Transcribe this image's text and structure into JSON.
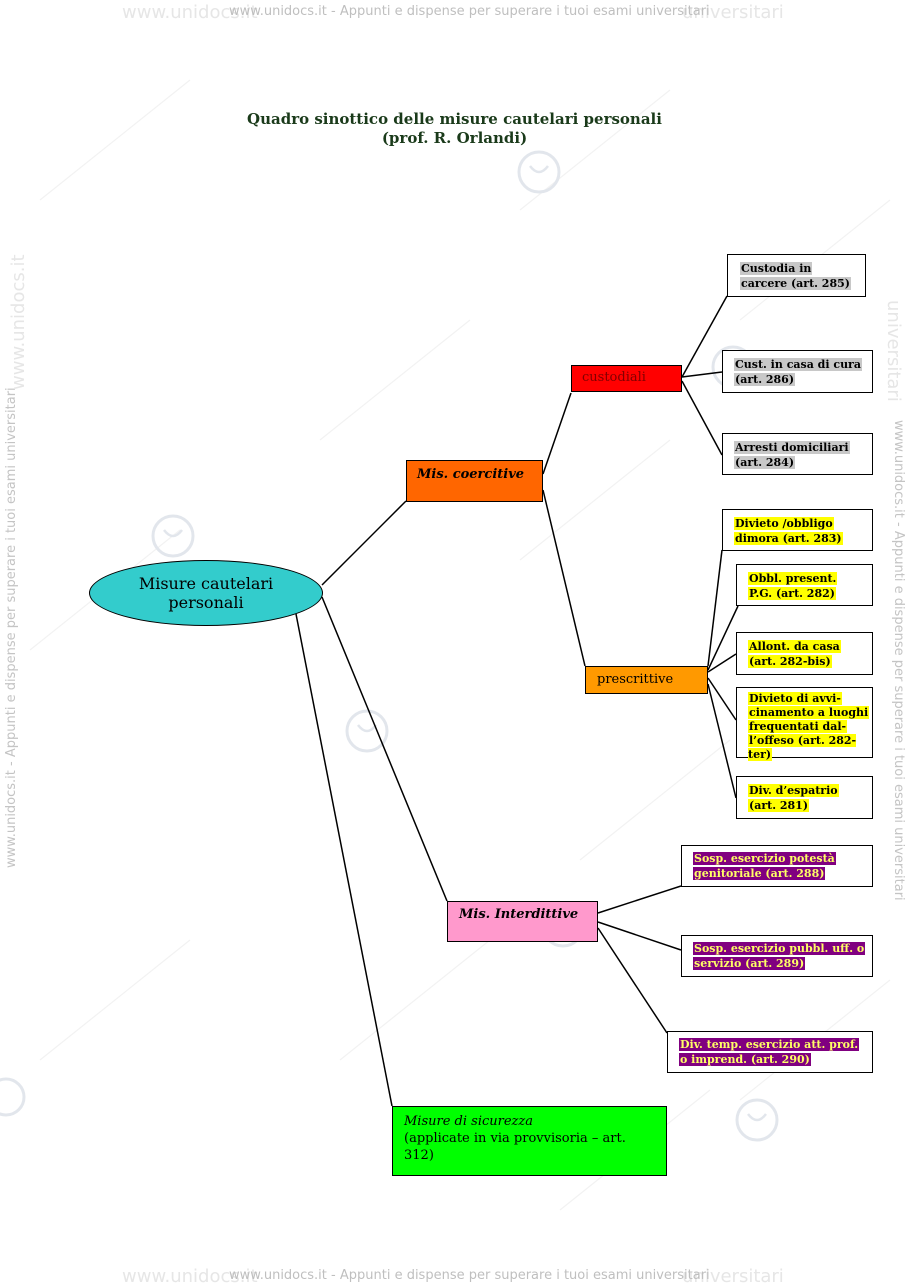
{
  "header_watermark": "www.unidocs.it - Appunti e dispense per superare i tuoi esami universitari",
  "footer_watermark": "www.unidocs.it - Appunti e dispense per superare i tuoi esami universitari",
  "side_watermark": "www.unidocs.it - Appunti e dispense per superare i tuoi esami universitari",
  "faint_watermark": "www.unidocs.it",
  "faint_watermark_right": "universitari",
  "title_line1": "Quadro sinottico delle misure cautelari personali",
  "title_line2": "(prof. R. Orlandi)",
  "root": {
    "line1": "Misure cautelari",
    "line2": "personali",
    "color": "#33cccc"
  },
  "coercitive": {
    "label": "Mis. coercitive",
    "color": "#ff6600"
  },
  "custodiali": {
    "label": "custodiali",
    "color": "#ff0000"
  },
  "prescrittive": {
    "label": "prescrittive",
    "color": "#ff9900"
  },
  "interdittive": {
    "label": "Mis. Interdittive",
    "color": "#ff99cc"
  },
  "sicurezza": {
    "line1": "Misure di sicurezza",
    "line2": "(applicate in via provvisoria – art.",
    "line3": "312)",
    "color": "#00ff00"
  },
  "custodiali_leaves": [
    {
      "lines": [
        "Custodia in",
        "carcere (art. 285)"
      ]
    },
    {
      "lines": [
        "Cust. in casa di cura",
        "(art. 286)"
      ]
    },
    {
      "lines": [
        "Arresti domiciliari",
        "(art. 284)"
      ]
    }
  ],
  "prescrittive_leaves": [
    {
      "lines": [
        "Divieto /obbligo",
        "dimora (art. 283)"
      ]
    },
    {
      "lines": [
        "Obbl. present.",
        "P.G. (art. 282)"
      ]
    },
    {
      "lines": [
        "Allont. da casa",
        "(art. 282-bis)"
      ]
    },
    {
      "lines": [
        "Divieto di avvi-",
        "cinamento a luoghi",
        "frequentati dal-",
        "l’offeso (art. 282-ter)"
      ]
    },
    {
      "lines": [
        "Div. d’espatrio",
        "(art. 281)"
      ]
    }
  ],
  "interdittive_leaves": [
    {
      "lines": [
        "Sosp. esercizio potestà",
        "genitoriale (art. 288)"
      ]
    },
    {
      "lines": [
        "Sosp. esercizio pubbl. uff. o",
        "servizio (art. 289)"
      ]
    },
    {
      "lines": [
        "Div. temp. esercizio att. prof.",
        "o imprend. (art. 290)"
      ]
    }
  ],
  "highlight_colors": {
    "custodiali": "#c8c8c8",
    "prescrittive": "#ffff00",
    "interdittive": "#800080"
  }
}
